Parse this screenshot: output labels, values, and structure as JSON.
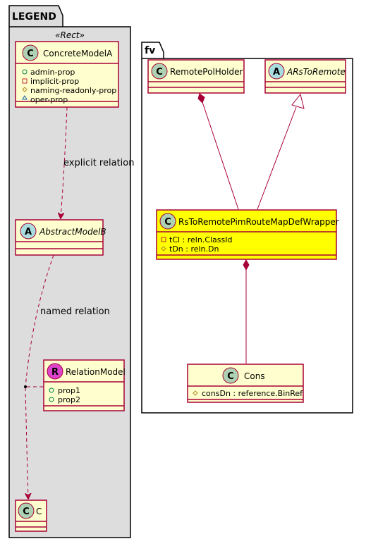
{
  "colors": {
    "legend_bg": "#DDDDDD",
    "class_bg": "#FEFECE",
    "class_border": "#A80036",
    "highlight_bg": "#FFFF00",
    "class_circle": "#ADD1B2",
    "abstract_circle": "#A9DCDF",
    "relation_circle": "#DD44CC",
    "edge": "#A80036"
  },
  "legend": {
    "title": "LEGEND",
    "stereotype": "«Rect»",
    "concrete_model": {
      "name": "ConcreteModelA",
      "icon_letter": "C",
      "attributes": [
        {
          "visibility": "public",
          "name": "admin-prop"
        },
        {
          "visibility": "private",
          "name": "implicit-prop"
        },
        {
          "visibility": "protected",
          "name": "naming-readonly-prop"
        },
        {
          "visibility": "package",
          "name": "oper-prop"
        }
      ]
    },
    "abstract_model": {
      "name": "AbstractModelB",
      "icon_letter": "A"
    },
    "relation_model": {
      "name": "RelationModel",
      "icon_letter": "R",
      "attributes": [
        {
          "visibility": "public",
          "name": "prop1"
        },
        {
          "visibility": "public",
          "name": "prop2"
        }
      ]
    },
    "class_c": {
      "name": "C",
      "icon_letter": "C"
    },
    "explicit_relation_label": "explicit relation",
    "named_relation_label": "named relation"
  },
  "fv": {
    "title": "fv",
    "remote_pol_holder": {
      "name": "RemotePolHolder",
      "icon_letter": "C"
    },
    "ars_to_remote": {
      "name": "ARsToRemote",
      "icon_letter": "A"
    },
    "wrapper": {
      "name": "RsToRemotePimRouteMapDefWrapper",
      "icon_letter": "C",
      "attributes": [
        {
          "visibility": "private",
          "name": "tCl : reln.ClassId"
        },
        {
          "visibility": "protected",
          "name": "tDn : reln.Dn"
        }
      ]
    },
    "cons": {
      "name": "Cons",
      "icon_letter": "C",
      "attributes": [
        {
          "visibility": "protected",
          "name": "consDn : reference.BinRef"
        }
      ]
    }
  }
}
